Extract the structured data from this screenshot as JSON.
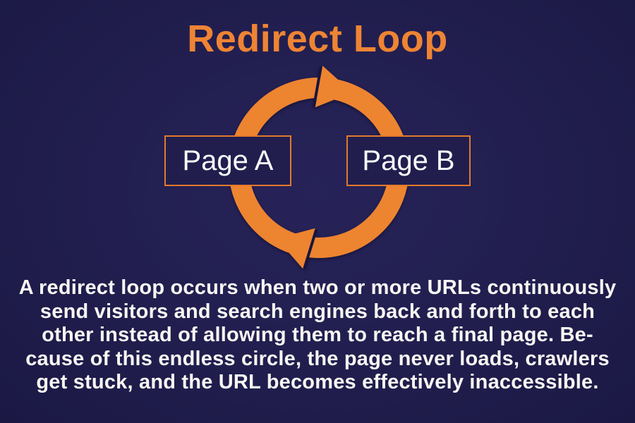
{
  "title": "Redirect Loop",
  "diagram": {
    "node_a_label": "Page A",
    "node_b_label": "Page B",
    "loop_icon": "circular-redirect-arrows"
  },
  "description": {
    "lines": [
      "A redirect loop occurs when two or more URLs continuously",
      "send visitors and search engines back and forth to each",
      "other instead of allowing them to reach a final page. Be-",
      "cause of this endless circle, the page never loads, crawlers",
      "get stuck, and the URL becomes effectively inaccessible."
    ]
  },
  "colors": {
    "background_navy": "#211e4e",
    "accent_orange": "#ee8434",
    "box_border_orange": "#e5792a",
    "text_white": "#f8f6f2"
  }
}
